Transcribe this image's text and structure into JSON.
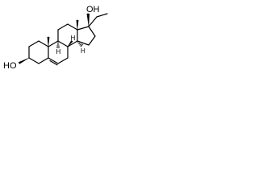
{
  "molecule": {
    "atom_labels": {
      "hydroxyl_left": "HO",
      "hydroxyl_right": "OH",
      "hydrogen_h8": "H",
      "hydrogen_h9": "H",
      "hydrogen_h14": "H"
    }
  }
}
